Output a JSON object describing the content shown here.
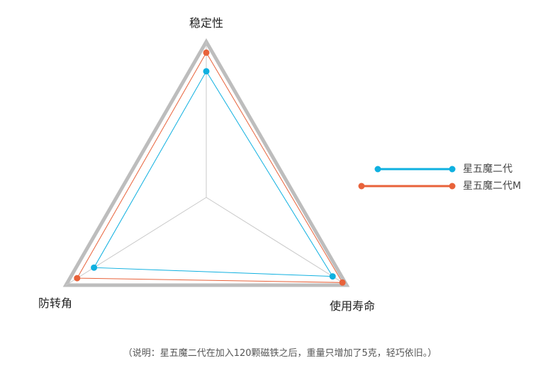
{
  "chart_data": {
    "type": "radar",
    "axes": [
      "稳定性",
      "使用寿命",
      "防转角"
    ],
    "series": [
      {
        "name": "星五魔二代",
        "color": "#0fb0e0",
        "values": [
          0.81,
          0.9,
          0.8
        ]
      },
      {
        "name": "星五魔二代M",
        "color": "#e8623a",
        "values": [
          0.93,
          0.97,
          0.92
        ]
      }
    ],
    "frame_color": "#bdbdbd",
    "grid": false,
    "legend_position": "right"
  },
  "footnote": "（说明：星五魔二代在加入120颗磁铁之后，重量只增加了5克，轻巧依旧。）"
}
